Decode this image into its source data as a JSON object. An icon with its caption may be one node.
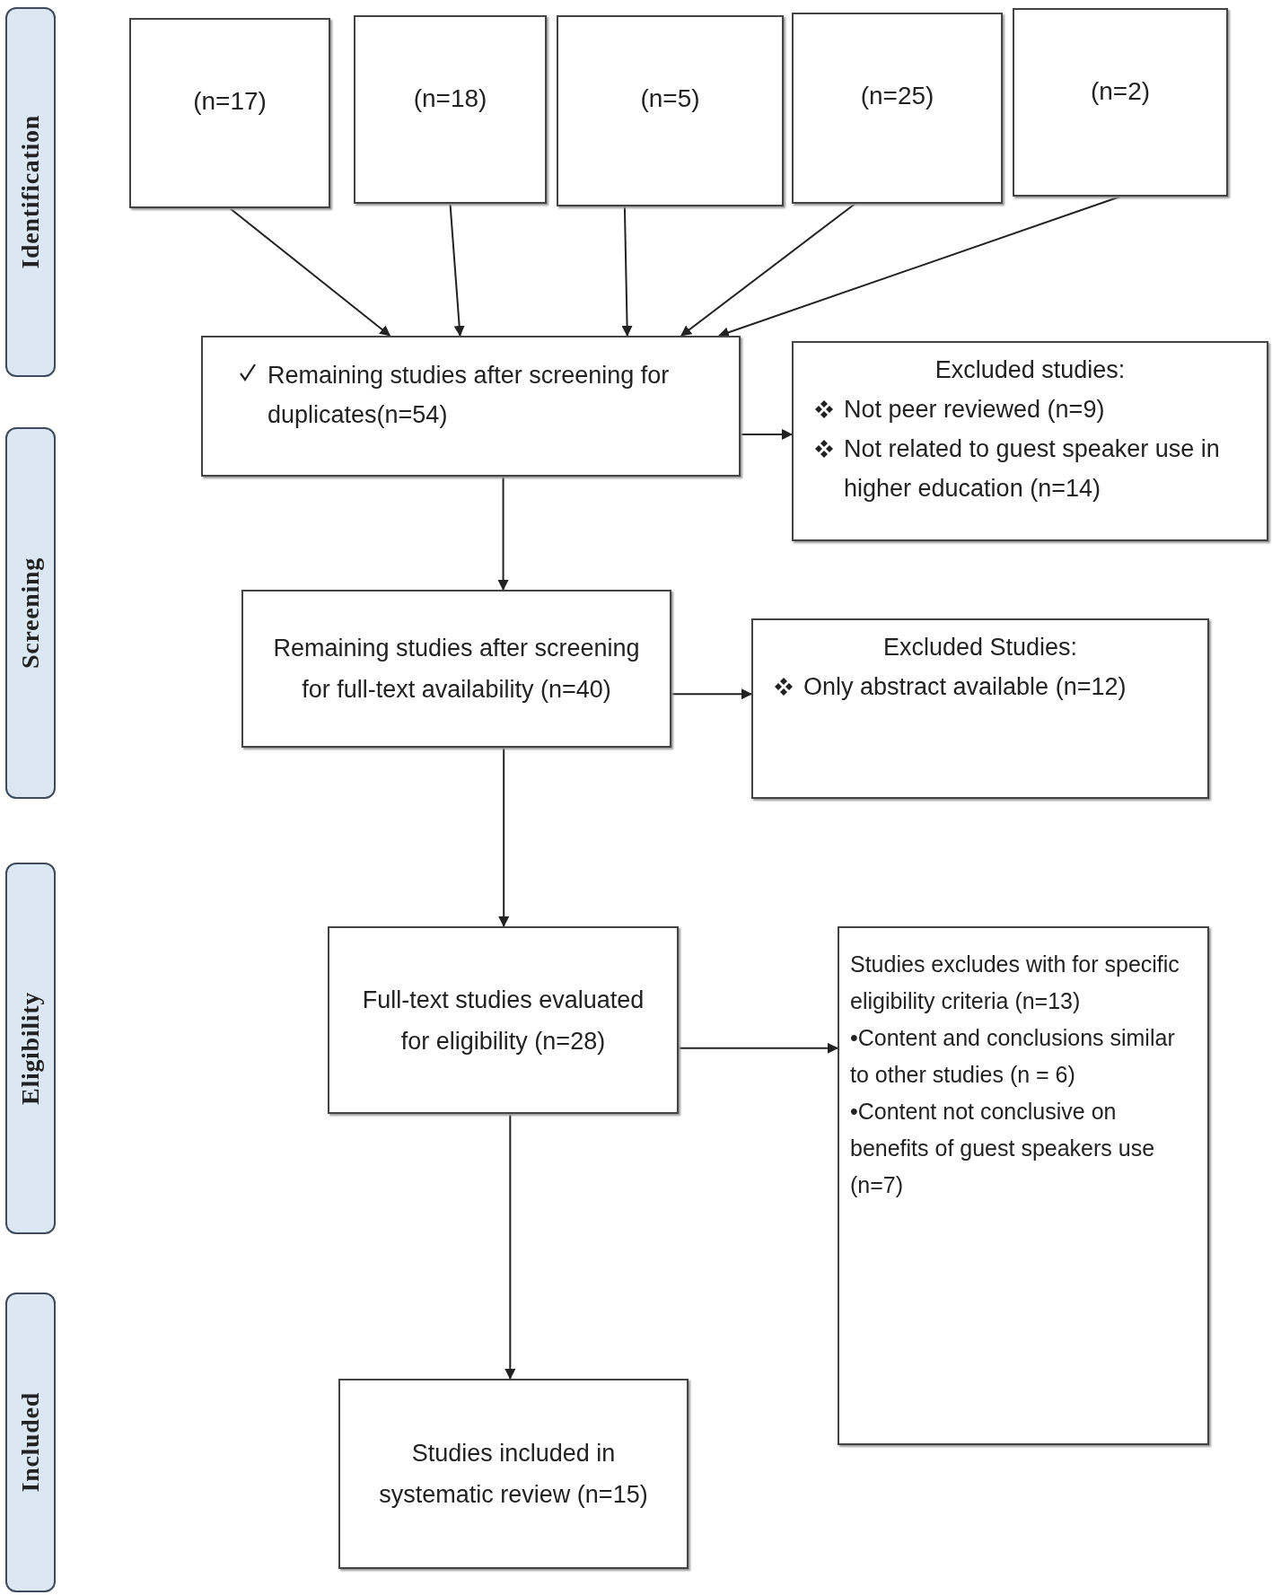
{
  "diagram": {
    "nodes": [
      {
        "text": [
          "Identification"
        ]
      },
      {
        "text": [
          "(n=17)"
        ]
      },
      {
        "text": [
          "(n=18)"
        ]
      },
      {
        "text": [
          "(n=5)"
        ]
      },
      {
        "text": [
          "(n=25)"
        ]
      },
      {
        "text": [
          "(n=2)"
        ]
      },
      {
        "text": [
          "Remaining studies after screening for duplicates(n=54)"
        ]
      },
      {
        "text": [
          "Excluded studies:",
          "Not peer reviewed (n=9)",
          "Not related to guest speaker use in higher education (n=14)"
        ]
      },
      {
        "text": [
          "Screening"
        ]
      },
      {
        "text": [
          "Remaining studies after screening for full-text availability (n=40)"
        ]
      },
      {
        "text": [
          "Excluded Studies:",
          "Only abstract available (n=12)"
        ]
      },
      {
        "text": [
          "Eligibility"
        ]
      },
      {
        "text": [
          "Full-text studies evaluated for eligibility (n=28)"
        ]
      },
      {
        "text": [
          "Studies excludes with for specific eligibility criteria (n=13)",
          "•Content and conclusions similar to other studies (n = 6)",
          "•Content not conclusive on benefits of guest speakers use (n=7)"
        ]
      },
      {
        "text": [
          "Included"
        ]
      },
      {
        "text": [
          "Studies included in systematic review (n=15)"
        ]
      }
    ],
    "edges": [
      {
        "from": 1,
        "to": 6,
        "arrow": "to"
      },
      {
        "from": 2,
        "to": 6,
        "arrow": "to"
      },
      {
        "from": 3,
        "to": 6,
        "arrow": "to"
      },
      {
        "from": 4,
        "to": 6,
        "arrow": "to"
      },
      {
        "from": 5,
        "to": 6,
        "arrow": "to"
      },
      {
        "from": 6,
        "to": 7,
        "arrow": "to"
      },
      {
        "from": 6,
        "to": 9,
        "arrow": "to"
      },
      {
        "from": 9,
        "to": 10,
        "arrow": "to"
      },
      {
        "from": 9,
        "to": 12,
        "arrow": "to"
      },
      {
        "from": 12,
        "to": 13,
        "arrow": "to"
      },
      {
        "from": 12,
        "to": 15,
        "arrow": "to"
      }
    ]
  }
}
